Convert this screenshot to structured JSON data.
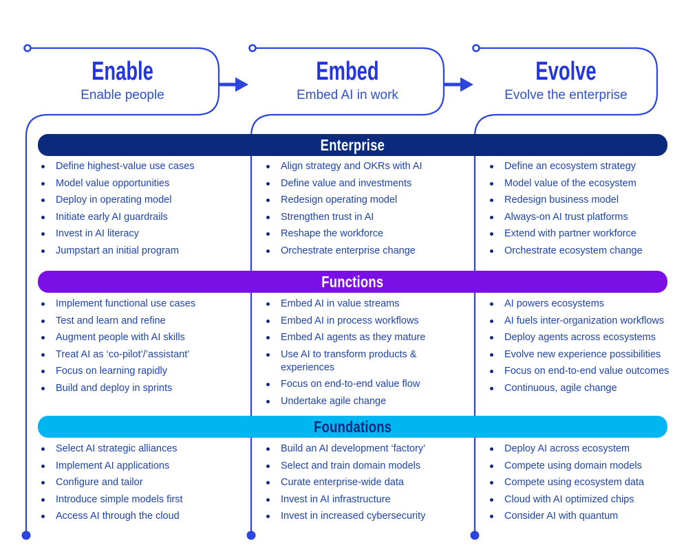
{
  "colors": {
    "wire_blue": "#2b45de",
    "phase_title_blue": "#2335e2",
    "phase_subtitle_blue": "#2d50d2",
    "body_text_blue": "#1e44ac",
    "bullet_navy": "#14287f",
    "enterprise_navy": "#0a2a7e",
    "functions_purple": "#7a10e6",
    "foundations_cyan": "#00b6f0"
  },
  "diagram": {
    "phases": [
      {
        "title": "Enable",
        "subtitle": "Enable people"
      },
      {
        "title": "Embed",
        "subtitle": "Embed AI in work"
      },
      {
        "title": "Evolve",
        "subtitle": "Evolve the enterprise"
      }
    ],
    "sections": [
      {
        "title": "Enterprise",
        "columns": [
          {
            "items": [
              "Define highest-value use cases",
              "Model value opportunities",
              "Deploy in operating model",
              "Initiate early AI guardrails",
              "Invest in AI literacy",
              "Jumpstart an initial program"
            ]
          },
          {
            "items": [
              "Align strategy and OKRs with AI",
              "Define value and investments",
              "Redesign operating model",
              "Strengthen trust in AI",
              "Reshape the workforce",
              "Orchestrate enterprise change"
            ]
          },
          {
            "items": [
              "Define an ecosystem strategy",
              "Model value of the ecosystem",
              "Redesign business model",
              "Always-on AI trust platforms",
              "Extend with partner workforce",
              "Orchestrate ecosystem change"
            ]
          }
        ]
      },
      {
        "title": "Functions",
        "columns": [
          {
            "items": [
              "Implement functional use cases",
              "Test and learn and refine",
              "Augment people with AI skills",
              "Treat AI as ‘co-pilot’/’assistant’",
              "Focus on learning rapidly",
              "Build and deploy in sprints"
            ]
          },
          {
            "items": [
              "Embed AI in value streams",
              "Embed AI in process workflows",
              "Embed AI agents as they mature",
              "Use AI to transform products & experiences",
              "Focus on end-to-end value flow",
              "Undertake agile change"
            ]
          },
          {
            "items": [
              "AI powers ecosystems",
              "AI fuels inter-organization workflows",
              "Deploy agents across ecosystems",
              "Evolve new experience possibilities",
              "Focus on end-to-end value outcomes",
              "Continuous, agile change"
            ]
          }
        ]
      },
      {
        "title": "Foundations",
        "columns": [
          {
            "items": [
              "Select AI strategic alliances",
              "Implement AI applications",
              "Configure and tailor",
              "Introduce simple models first",
              "Access AI through the cloud"
            ]
          },
          {
            "items": [
              "Build an AI development ‘factory’",
              "Select and train domain models",
              "Curate enterprise-wide data",
              "Invest in AI infrastructure",
              "Invest in increased cybersecurity"
            ]
          },
          {
            "items": [
              "Deploy AI across ecosystem",
              "Compete using domain models",
              "Compete using ecosystem data",
              "Cloud with AI optimized chips",
              "Consider AI with quantum"
            ]
          }
        ]
      }
    ]
  }
}
